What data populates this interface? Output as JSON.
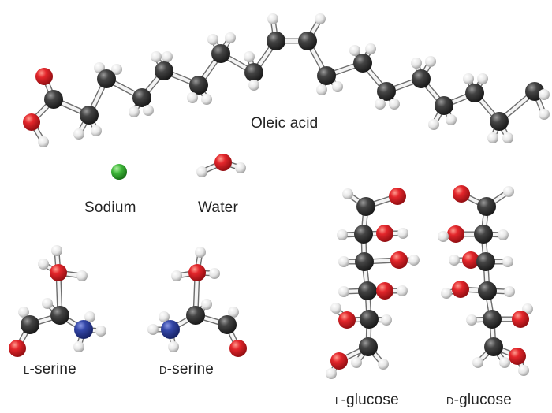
{
  "labels": {
    "oleic_acid": "Oleic acid",
    "sodium": "Sodium",
    "water": "Water",
    "l_serine_prefix": "l",
    "l_serine_name": "-serine",
    "d_serine_prefix": "d",
    "d_serine_name": "-serine",
    "l_glucose_prefix": "l",
    "l_glucose_name": "-glucose",
    "d_glucose_prefix": "d",
    "d_glucose_name": "-glucose"
  },
  "colors": {
    "carbon": "#3a3a3a",
    "oxygen": "#e0262b",
    "hydrogen": "#f2f2f2",
    "nitrogen": "#3447a8",
    "sodium": "#3fb83a",
    "bond": "#e8e8e8"
  }
}
